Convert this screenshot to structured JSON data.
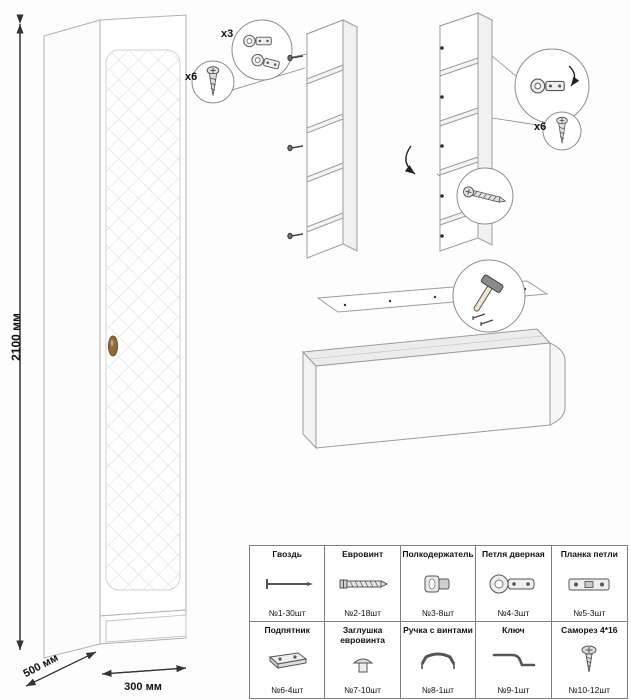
{
  "figure": {
    "dimensions": {
      "height": "2100 мм",
      "depth": "500 мм",
      "width": "300 мм"
    },
    "callouts": {
      "hinges": "x3",
      "screws_left": "x6",
      "screws_right": "x6"
    },
    "drawings": [
      "wardrobe-front-view",
      "shelf-column-exploded-view",
      "plinth-box-assembly-view"
    ],
    "icons": [
      "hinge-icon",
      "screw-icon",
      "hammer-icon",
      "rotate-arrow-icon"
    ]
  },
  "parts_table": {
    "rows": [
      [
        {
          "name": "Гвоздь",
          "qty": "№1-30шт",
          "icon": "nail-icon"
        },
        {
          "name": "Евровинт",
          "qty": "№2-18шт",
          "icon": "euro-screw-icon"
        },
        {
          "name": "Полкодержатель",
          "qty": "№3-8шт",
          "icon": "shelf-support-icon"
        },
        {
          "name": "Петля дверная",
          "qty": "№4-3шт",
          "icon": "door-hinge-icon"
        },
        {
          "name": "Планка петли",
          "qty": "№5-3шт",
          "icon": "hinge-plate-icon"
        }
      ],
      [
        {
          "name": "Подпятник",
          "qty": "№6-4шт",
          "icon": "foot-pad-icon"
        },
        {
          "name": "Заглушка евровинта",
          "qty": "№7-10шт",
          "icon": "screw-cap-icon"
        },
        {
          "name": "Ручка с винтами",
          "qty": "№8-1шт",
          "icon": "handle-icon"
        },
        {
          "name": "Ключ",
          "qty": "№9-1шт",
          "icon": "key-icon"
        },
        {
          "name": "Саморез 4*16",
          "qty": "№10-12шт",
          "icon": "self-tapping-screw-icon"
        }
      ]
    ]
  },
  "colors": {
    "outline": "#9c9c9c",
    "dimension_line": "#333333",
    "handle": "#8f6b3f",
    "table_border": "#7f7f7f",
    "pattern": "#dadada"
  }
}
